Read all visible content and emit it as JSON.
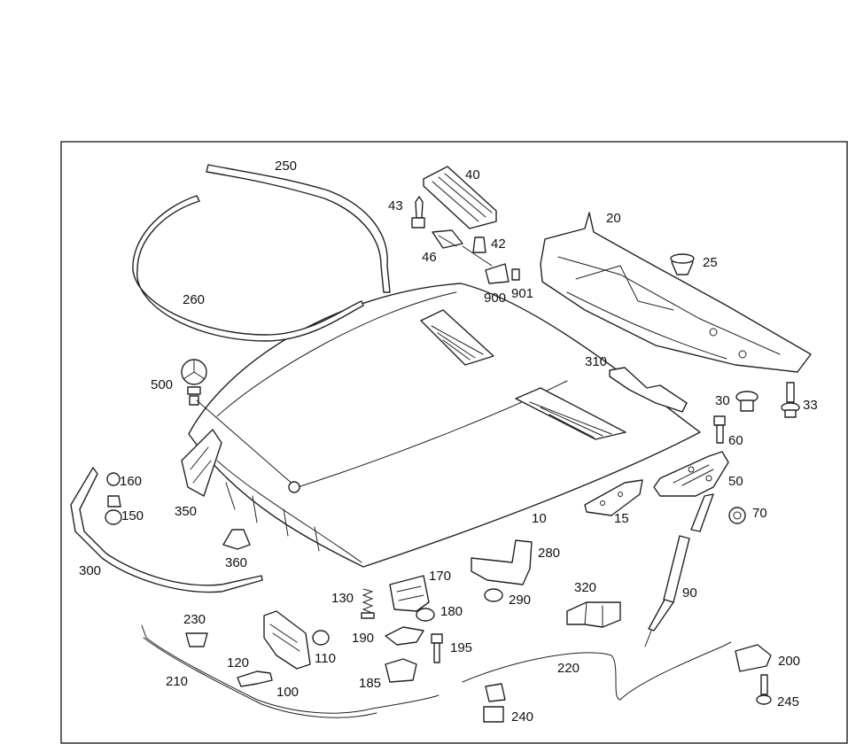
{
  "labels": {
    "p10": "10",
    "p15": "15",
    "p20": "20",
    "p25": "25",
    "p30": "30",
    "p33": "33",
    "p40": "40",
    "p42": "42",
    "p43": "43",
    "p46": "46",
    "p50": "50",
    "p60": "60",
    "p70": "70",
    "p90": "90",
    "p100": "100",
    "p110": "110",
    "p120": "120",
    "p130": "130",
    "p150": "150",
    "p160": "160",
    "p170": "170",
    "p180": "180",
    "p185": "185",
    "p190": "190",
    "p195": "195",
    "p200": "200",
    "p210": "210",
    "p220": "220",
    "p230": "230",
    "p240": "240",
    "p245": "245",
    "p250": "250",
    "p260": "260",
    "p280": "280",
    "p290": "290",
    "p300": "300",
    "p310": "310",
    "p320": "320",
    "p350": "350",
    "p360": "360",
    "p500": "500",
    "p900": "900",
    "p901": "901"
  }
}
